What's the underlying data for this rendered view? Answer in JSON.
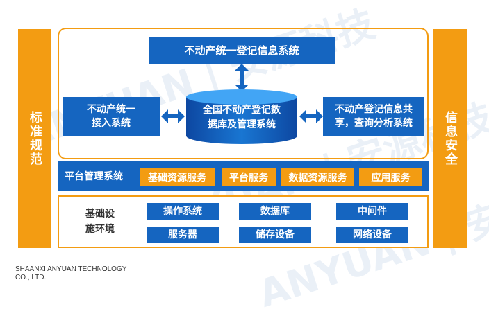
{
  "sidebars": {
    "left_label": "标准规范",
    "right_label": "信息安全"
  },
  "top_system": "不动产统一登记信息系统",
  "database": "全国不动产登记数\n据库及管理系统",
  "left_system": "不动产统一\n接入系统",
  "right_system": "不动产登记信息共\n享，查询分析系统",
  "platform": {
    "label": "平台管理系统",
    "services": [
      "基础资源服务",
      "平台服务",
      "数据资源服务",
      "应用服务"
    ]
  },
  "infrastructure": {
    "label": "基础设\n施环境",
    "items": [
      "操作系统",
      "数据库",
      "中间件",
      "服务器",
      "储存设备",
      "网络设备"
    ]
  },
  "watermark": "ANYUAN | 安源科技",
  "footer": {
    "line1": "SHAANXI ANYUAN TECHNOLOGY",
    "line2": "CO., LTD."
  },
  "colors": {
    "accent_orange": "#f39c12",
    "primary_blue": "#1565c0"
  }
}
